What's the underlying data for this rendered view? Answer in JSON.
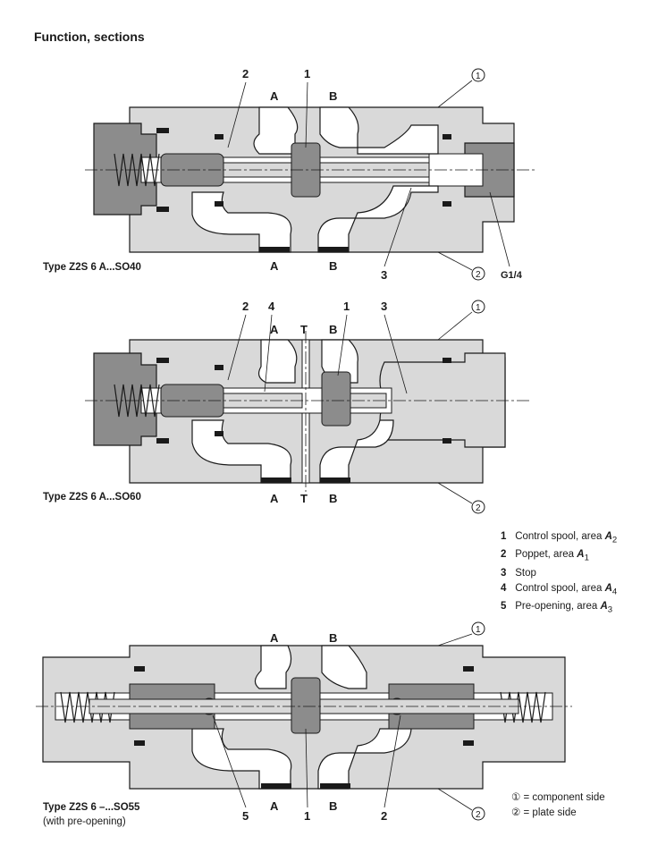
{
  "page": {
    "title": "Function, sections"
  },
  "sections": [
    {
      "caption": "Type Z2S 6 A...SO40",
      "subcaption": "",
      "port_a": "A",
      "port_b": "B",
      "port_t": "",
      "callouts": [
        "2",
        "1",
        "3"
      ],
      "circle_top": "①",
      "circle_bottom": "②",
      "thread": "G1/4"
    },
    {
      "caption": "Type Z2S 6 A...SO60",
      "subcaption": "",
      "port_a": "A",
      "port_b": "B",
      "port_t": "T",
      "callouts": [
        "2",
        "4",
        "1",
        "3"
      ],
      "circle_top": "①",
      "circle_bottom": "②"
    },
    {
      "caption": "Type Z2S 6 –...SO55",
      "subcaption": "(with pre-opening)",
      "port_a": "A",
      "port_b": "B",
      "port_t": "",
      "callouts": [
        "5",
        "1",
        "2"
      ],
      "circle_top": "①",
      "circle_bottom": "②"
    }
  ],
  "legend": [
    {
      "num": "1",
      "text": "Control spool, area ",
      "area": "A",
      "sub": "2"
    },
    {
      "num": "2",
      "text": "Poppet, area ",
      "area": "A",
      "sub": "1"
    },
    {
      "num": "3",
      "text": "Stop",
      "area": "",
      "sub": ""
    },
    {
      "num": "4",
      "text": "Control spool, area ",
      "area": "A",
      "sub": "4"
    },
    {
      "num": "5",
      "text": "Pre-opening, area ",
      "area": "A",
      "sub": "3"
    }
  ],
  "sides": [
    {
      "symbol": "①",
      "text": "= component side"
    },
    {
      "symbol": "②",
      "text": "= plate side"
    }
  ],
  "colors": {
    "body": "#d9d9d9",
    "dark": "#8c8c8c",
    "line": "#1a1a1a",
    "white": "#ffffff"
  }
}
